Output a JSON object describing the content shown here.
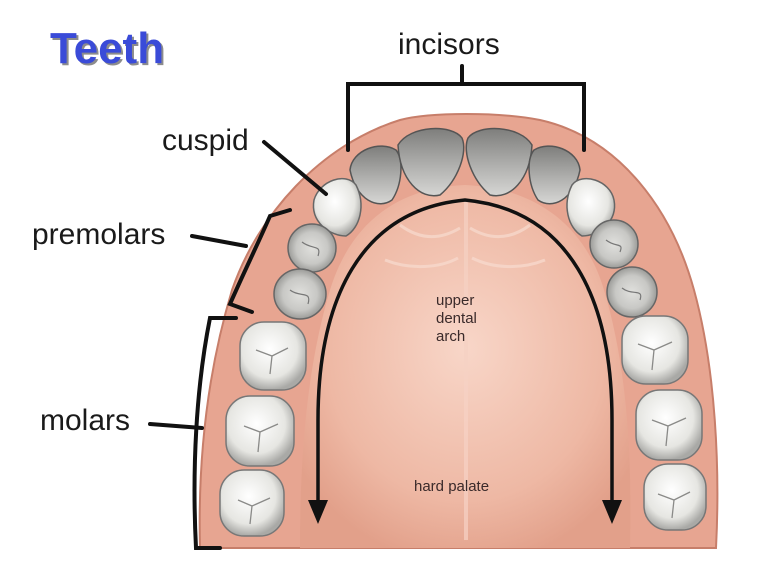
{
  "title": "Teeth",
  "labels": {
    "incisors": "incisors",
    "cuspid": "cuspid",
    "premolars": "premolars",
    "molars": "molars"
  },
  "palate_labels": {
    "arch_line1": "upper",
    "arch_line2": "dental",
    "arch_line3": "arch",
    "hard_palate": "hard palate"
  },
  "colors": {
    "title": "#3a4bd8",
    "gum": "#e8a894",
    "palate": "#f2c4b2",
    "tooth": "#f3f3f0",
    "incisor_top": "#9a9a98",
    "annotation": "#111111"
  }
}
